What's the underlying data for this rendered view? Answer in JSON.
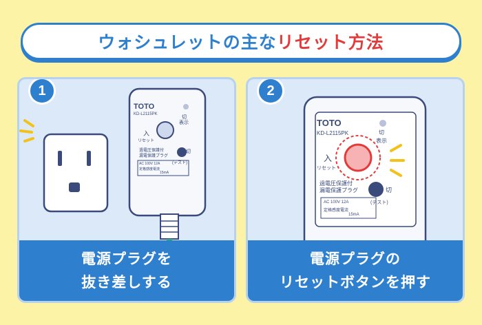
{
  "title": {
    "part1": "ウォシュレットの主な",
    "part2": "リセット方法",
    "accent_blue": "#2f7fcf",
    "accent_red": "#e23b3b"
  },
  "step1": {
    "number": "1",
    "caption_line1": "電源プラグを",
    "caption_line2": "抜き差しする",
    "device": {
      "brand": "TOTO",
      "model": "KD-L2115PK",
      "indicator_label_line1": "切",
      "indicator_label_line2": "表示",
      "button_label": "入",
      "button_sublabel": "リセット",
      "type_line1": "過電圧保護付",
      "type_line2": "漏電保護プラグ",
      "test_label": "切",
      "test_sublabel": "(テスト)",
      "spec_line1": "AC 100V 12A",
      "spec_line2": "定格感度電流",
      "spec_line3": "15mA"
    }
  },
  "step2": {
    "number": "2",
    "caption_line1": "電源プラグの",
    "caption_line2": "リセットボタンを押す",
    "device": {
      "brand": "TOTO",
      "model": "KD-L2115PK",
      "indicator_label_line1": "切",
      "indicator_label_line2": "表示",
      "button_label": "入",
      "button_sublabel": "リセット",
      "type_line1": "過電圧保護付",
      "type_line2": "漏電保護プラグ",
      "test_label": "切",
      "test_sublabel": "(テスト)",
      "spec_line1": "AC 100V 12A",
      "spec_line2": "定格感度電流",
      "spec_line3": "15mA"
    }
  }
}
